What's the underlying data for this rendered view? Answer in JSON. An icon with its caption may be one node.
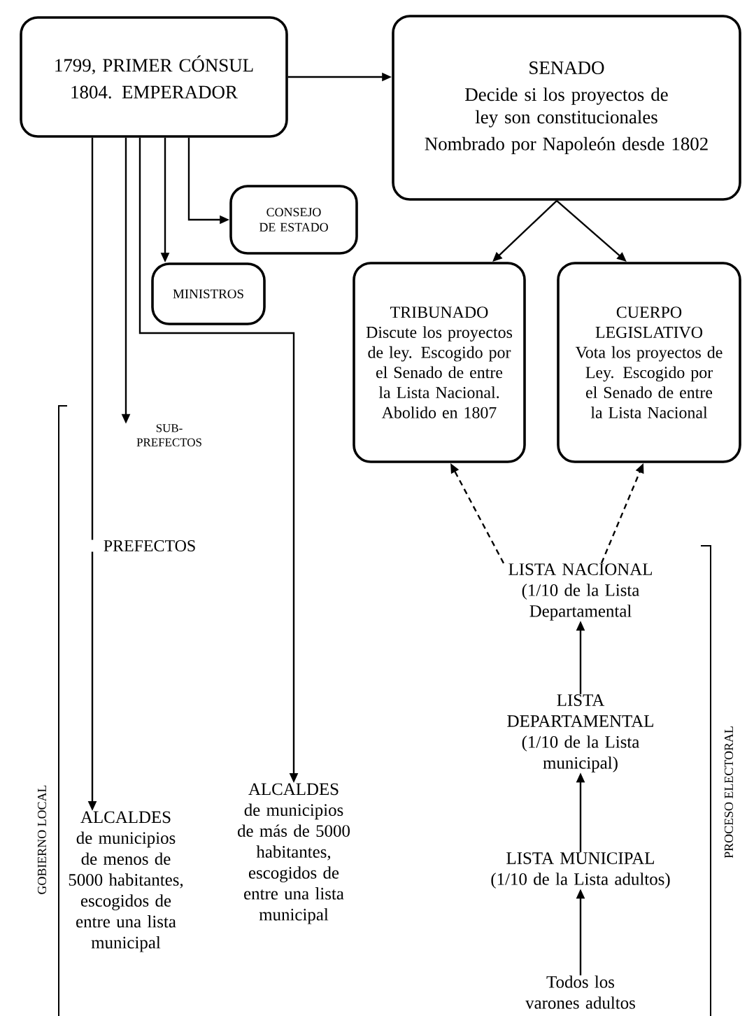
{
  "diagram": {
    "nodes": [
      {
        "text": [
          "1799, PRIMER CÓNSUL",
          "1804. EMPERADOR"
        ]
      },
      {
        "text": [
          "SENADO",
          "Decide si los proyectos de ley son constitucionales",
          "Nombrado por Napoleón desde 1802"
        ]
      },
      {
        "text": [
          "CONSEJO DE ESTADO"
        ]
      },
      {
        "text": [
          "MINISTROS"
        ]
      },
      {
        "text": [
          "TRIBUNADO",
          "Discute los proyectos de ley. Escogido por el Senado de entre la Lista Nacional. Abolido en 1807"
        ]
      },
      {
        "text": [
          "CUERPO LEGISLATIVO",
          "Vota los proyectos de Ley. Escogido por el Senado de entre la Lista Nacional"
        ]
      },
      {
        "text": [
          "SUB-PREFECTOS"
        ]
      },
      {
        "text": [
          "PREFECTOS"
        ]
      },
      {
        "text": [
          "ALCALDES de municipios de menos de 5000 habitantes, escogidos de entre una lista municipal"
        ]
      },
      {
        "text": [
          "ALCALDES de municipios de más de 5000 habitantes, escogidos de entre una lista municipal"
        ]
      },
      {
        "text": [
          "LISTA NACIONAL (1/10 de la Lista Departamental"
        ]
      },
      {
        "text": [
          "LISTA DEPARTAMENTAL (1/10 de la Lista municipal)"
        ]
      },
      {
        "text": [
          "LISTA MUNICIPAL (1/10 de la Lista adultos)"
        ]
      },
      {
        "text": [
          "Todos los varones adultos"
        ]
      }
    ],
    "edges": [
      {
        "from": 0,
        "to": 1,
        "arrow": "to"
      },
      {
        "from": 0,
        "to": 7,
        "arrow": "none"
      },
      {
        "from": 7,
        "to": 8,
        "arrow": "to"
      },
      {
        "from": 0,
        "to": 6,
        "arrow": "to"
      },
      {
        "from": 0,
        "to": 9,
        "arrow": "to"
      },
      {
        "from": 0,
        "to": 3,
        "arrow": "to"
      },
      {
        "from": 0,
        "to": 2,
        "arrow": "to"
      },
      {
        "from": 1,
        "to": 4,
        "arrow": "to"
      },
      {
        "from": 1,
        "to": 5,
        "arrow": "to"
      },
      {
        "from": 10,
        "to": 4,
        "arrow": "to",
        "style": "dashed"
      },
      {
        "from": 10,
        "to": 5,
        "arrow": "to",
        "style": "dashed"
      },
      {
        "from": 11,
        "to": 10,
        "arrow": "to"
      },
      {
        "from": 12,
        "to": 11,
        "arrow": "to"
      },
      {
        "from": 13,
        "to": 12,
        "arrow": "to"
      }
    ],
    "labels": [
      "GOBIERNO LOCAL",
      "PROCESO ELECTORAL"
    ]
  }
}
